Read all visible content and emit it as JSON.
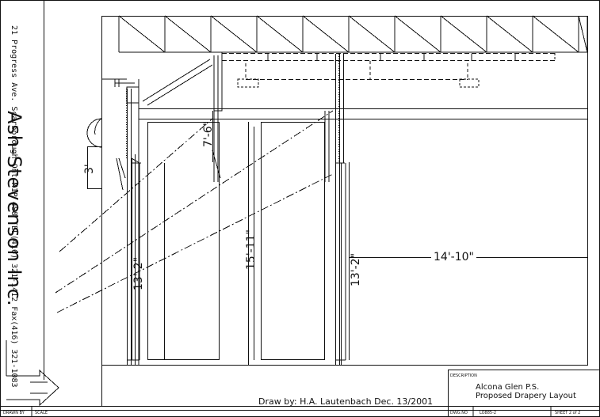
{
  "firm": {
    "name": "Ash-Stevenson Inc.",
    "address": "21 Progress Ave. Scarborough Ont M1P 4S8 TEL(416) 321-1412 Fax(416) 321-1083"
  },
  "dimensions": {
    "d1": "7'-6\"",
    "d2": "3'",
    "d3": "13'-2\"",
    "d4": "15'-11\"",
    "d5": "13'-2\"",
    "d6": "14'-10\""
  },
  "credit": "Draw by: H.A. Lautenbach Dec. 13/2001",
  "title_block": {
    "description_label": "DESCRIPTION",
    "project": "Alcona Glen P.S.",
    "drawing_title": "Proposed Drapery Layout",
    "dwg_label": "DWG.NO",
    "dwg_no": "LO885-2",
    "sheet": "SHEET 2 of 2",
    "drawn_by_label": "DRAWN BY",
    "scale_label": "SCALE"
  }
}
